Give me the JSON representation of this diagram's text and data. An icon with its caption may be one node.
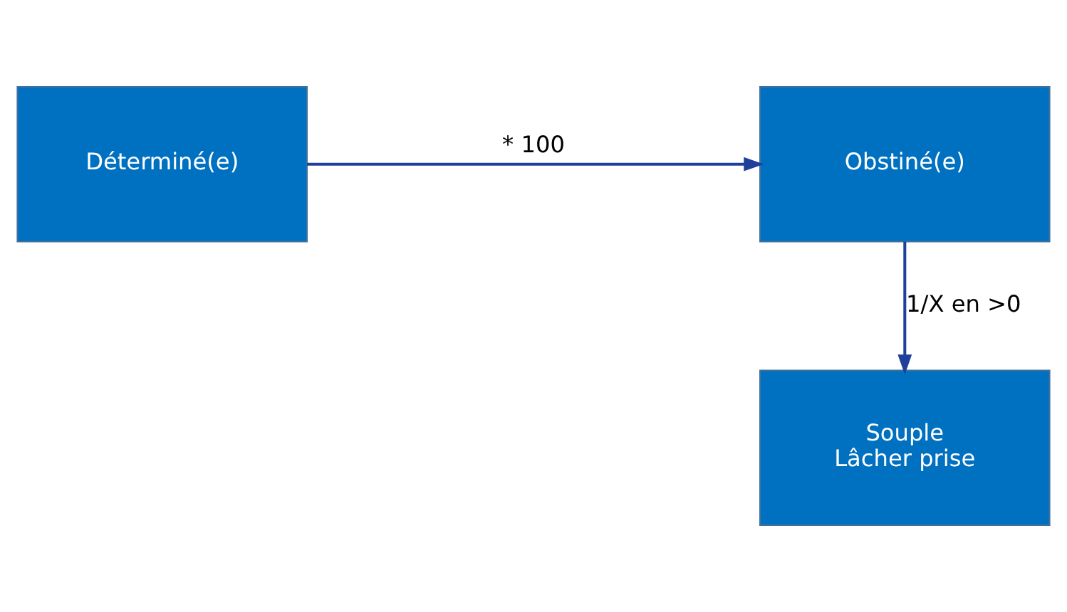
{
  "diagram": {
    "nodes": [
      {
        "text": [
          "Déterminé(e)"
        ]
      },
      {
        "text": [
          "Obstiné(e)"
        ]
      },
      {
        "text": [
          "Souple Lâcher prise"
        ]
      }
    ],
    "edges": [
      {
        "from": 0,
        "to": 1,
        "arrow": "to",
        "label": "* 100"
      },
      {
        "from": 1,
        "to": 2,
        "arrow": "to",
        "label": "1/X en >0"
      }
    ]
  }
}
